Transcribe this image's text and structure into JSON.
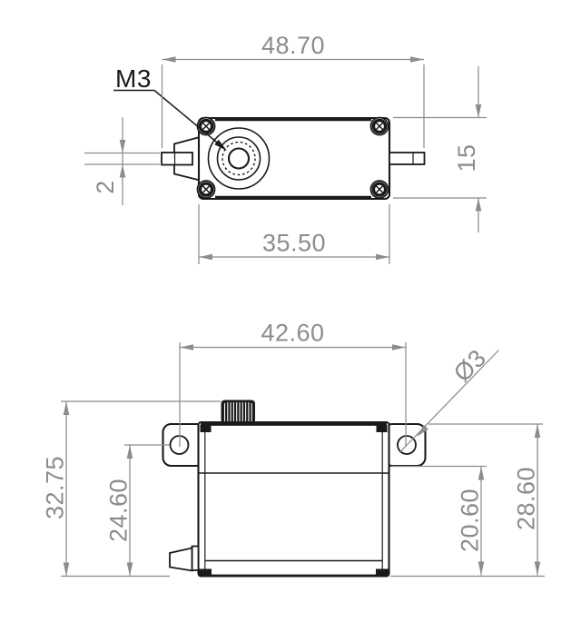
{
  "colors": {
    "line": "#1a1a1a",
    "dim": "#8c8c8c",
    "background": "#ffffff"
  },
  "top_view": {
    "thread_label": "M3",
    "dim_overall_width": "48.70",
    "dim_body_width": "35.50",
    "dim_body_height": "15",
    "dim_tab_thickness": "2"
  },
  "side_view": {
    "dim_hole_spacing": "42.60",
    "dim_hole_diameter": "Ø3",
    "dim_overall_height": "32.75",
    "dim_hole_center_height": "24.60",
    "dim_body_below_flange": "20.60",
    "dim_flange_to_bottom": "28.60"
  }
}
